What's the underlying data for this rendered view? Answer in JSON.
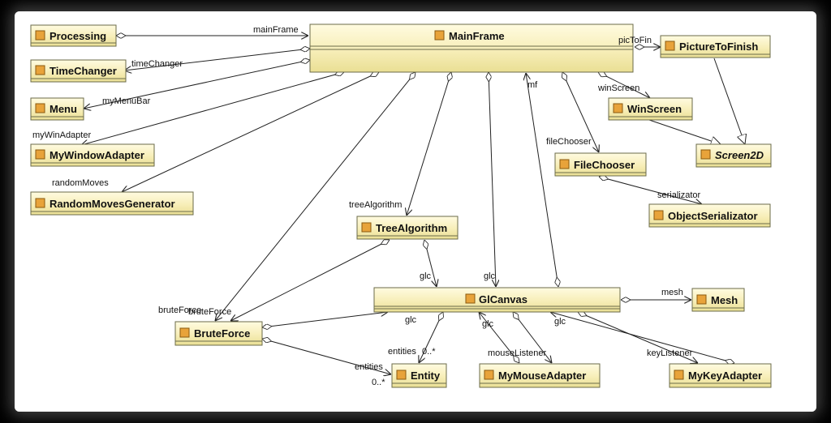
{
  "classes": [
    {
      "id": "Processing",
      "label": "Processing"
    },
    {
      "id": "MainFrame",
      "label": "MainFrame"
    },
    {
      "id": "PictureToFinish",
      "label": "PictureToFinish"
    },
    {
      "id": "TimeChanger",
      "label": "TimeChanger"
    },
    {
      "id": "Menu",
      "label": "Menu"
    },
    {
      "id": "MyWindowAdapter",
      "label": "MyWindowAdapter"
    },
    {
      "id": "RandomMovesGenerator",
      "label": "RandomMovesGenerator"
    },
    {
      "id": "WinScreen",
      "label": "WinScreen"
    },
    {
      "id": "Screen2D",
      "label": "Screen2D",
      "italic": true
    },
    {
      "id": "FileChooser",
      "label": "FileChooser"
    },
    {
      "id": "ObjectSerializator",
      "label": "ObjectSerializator"
    },
    {
      "id": "TreeAlgorithm",
      "label": "TreeAlgorithm"
    },
    {
      "id": "GlCanvas",
      "label": "GlCanvas"
    },
    {
      "id": "Mesh",
      "label": "Mesh"
    },
    {
      "id": "BruteForce",
      "label": "BruteForce"
    },
    {
      "id": "Entity",
      "label": "Entity"
    },
    {
      "id": "MyMouseAdapter",
      "label": "MyMouseAdapter"
    },
    {
      "id": "MyKeyAdapter",
      "label": "MyKeyAdapter"
    }
  ],
  "labels": {
    "mainFrame": "mainFrame",
    "timeChanger": "timeChanger",
    "myMenuBar": "myMenuBar",
    "myWinAdapter": "myWinAdapter",
    "randomMoves": "randomMoves",
    "picToFin": "picToFin",
    "mf": "mf",
    "winScreen": "winScreen",
    "fileChooser": "fileChooser",
    "serializator": "serializator",
    "treeAlgorithm": "treeAlgorithm",
    "glc_tree": "glc",
    "glc_main": "glc",
    "mesh": "mesh",
    "bruteForce_a": "bruteForce",
    "bruteForce_b": "bruteForce",
    "glc_brute": "glc",
    "glc_mouse": "glc",
    "glc_key": "glc",
    "entities_top": "entities",
    "entities_mult": "0..*",
    "entities_bottom": "entities",
    "entities_mult2": "0..*",
    "mouseListener": "mouseListener",
    "keyListener": "keyListener"
  }
}
